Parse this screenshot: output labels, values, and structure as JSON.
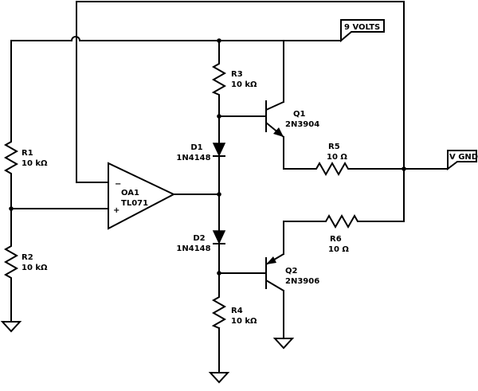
{
  "nets": {
    "supply": "9 VOLTS",
    "ground_ref": "V GND"
  },
  "components": {
    "r1": {
      "ref": "R1",
      "value": "10 kΩ"
    },
    "r2": {
      "ref": "R2",
      "value": "10 kΩ"
    },
    "r3": {
      "ref": "R3",
      "value": "10 kΩ"
    },
    "r4": {
      "ref": "R4",
      "value": "10 kΩ"
    },
    "r5": {
      "ref": "R5",
      "value": "10 Ω"
    },
    "r6": {
      "ref": "R6",
      "value": "10 Ω"
    },
    "d1": {
      "ref": "D1",
      "value": "1N4148"
    },
    "d2": {
      "ref": "D2",
      "value": "1N4148"
    },
    "q1": {
      "ref": "Q1",
      "value": "2N3904"
    },
    "q2": {
      "ref": "Q2",
      "value": "2N3906"
    },
    "oa1": {
      "ref": "OA1",
      "value": "TL071",
      "inv": "−",
      "noninv": "+"
    }
  }
}
